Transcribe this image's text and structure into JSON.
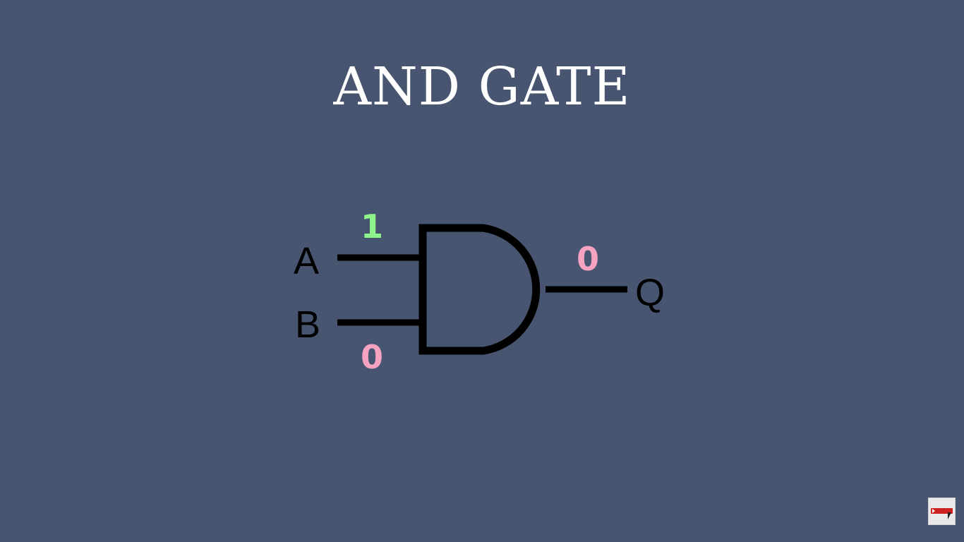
{
  "title": "AND GATE",
  "diagram": {
    "gate_type": "AND",
    "inputs": [
      {
        "name": "A",
        "value": "1",
        "value_color": "#8ef58a"
      },
      {
        "name": "B",
        "value": "0",
        "value_color": "#f5a3c0"
      }
    ],
    "output": {
      "name": "Q",
      "value": "0",
      "value_color": "#f5a3c0"
    },
    "line_color": "#000000"
  },
  "background_color": "#475570",
  "subscribe_badge": {
    "icon": "subscribe-icon"
  }
}
